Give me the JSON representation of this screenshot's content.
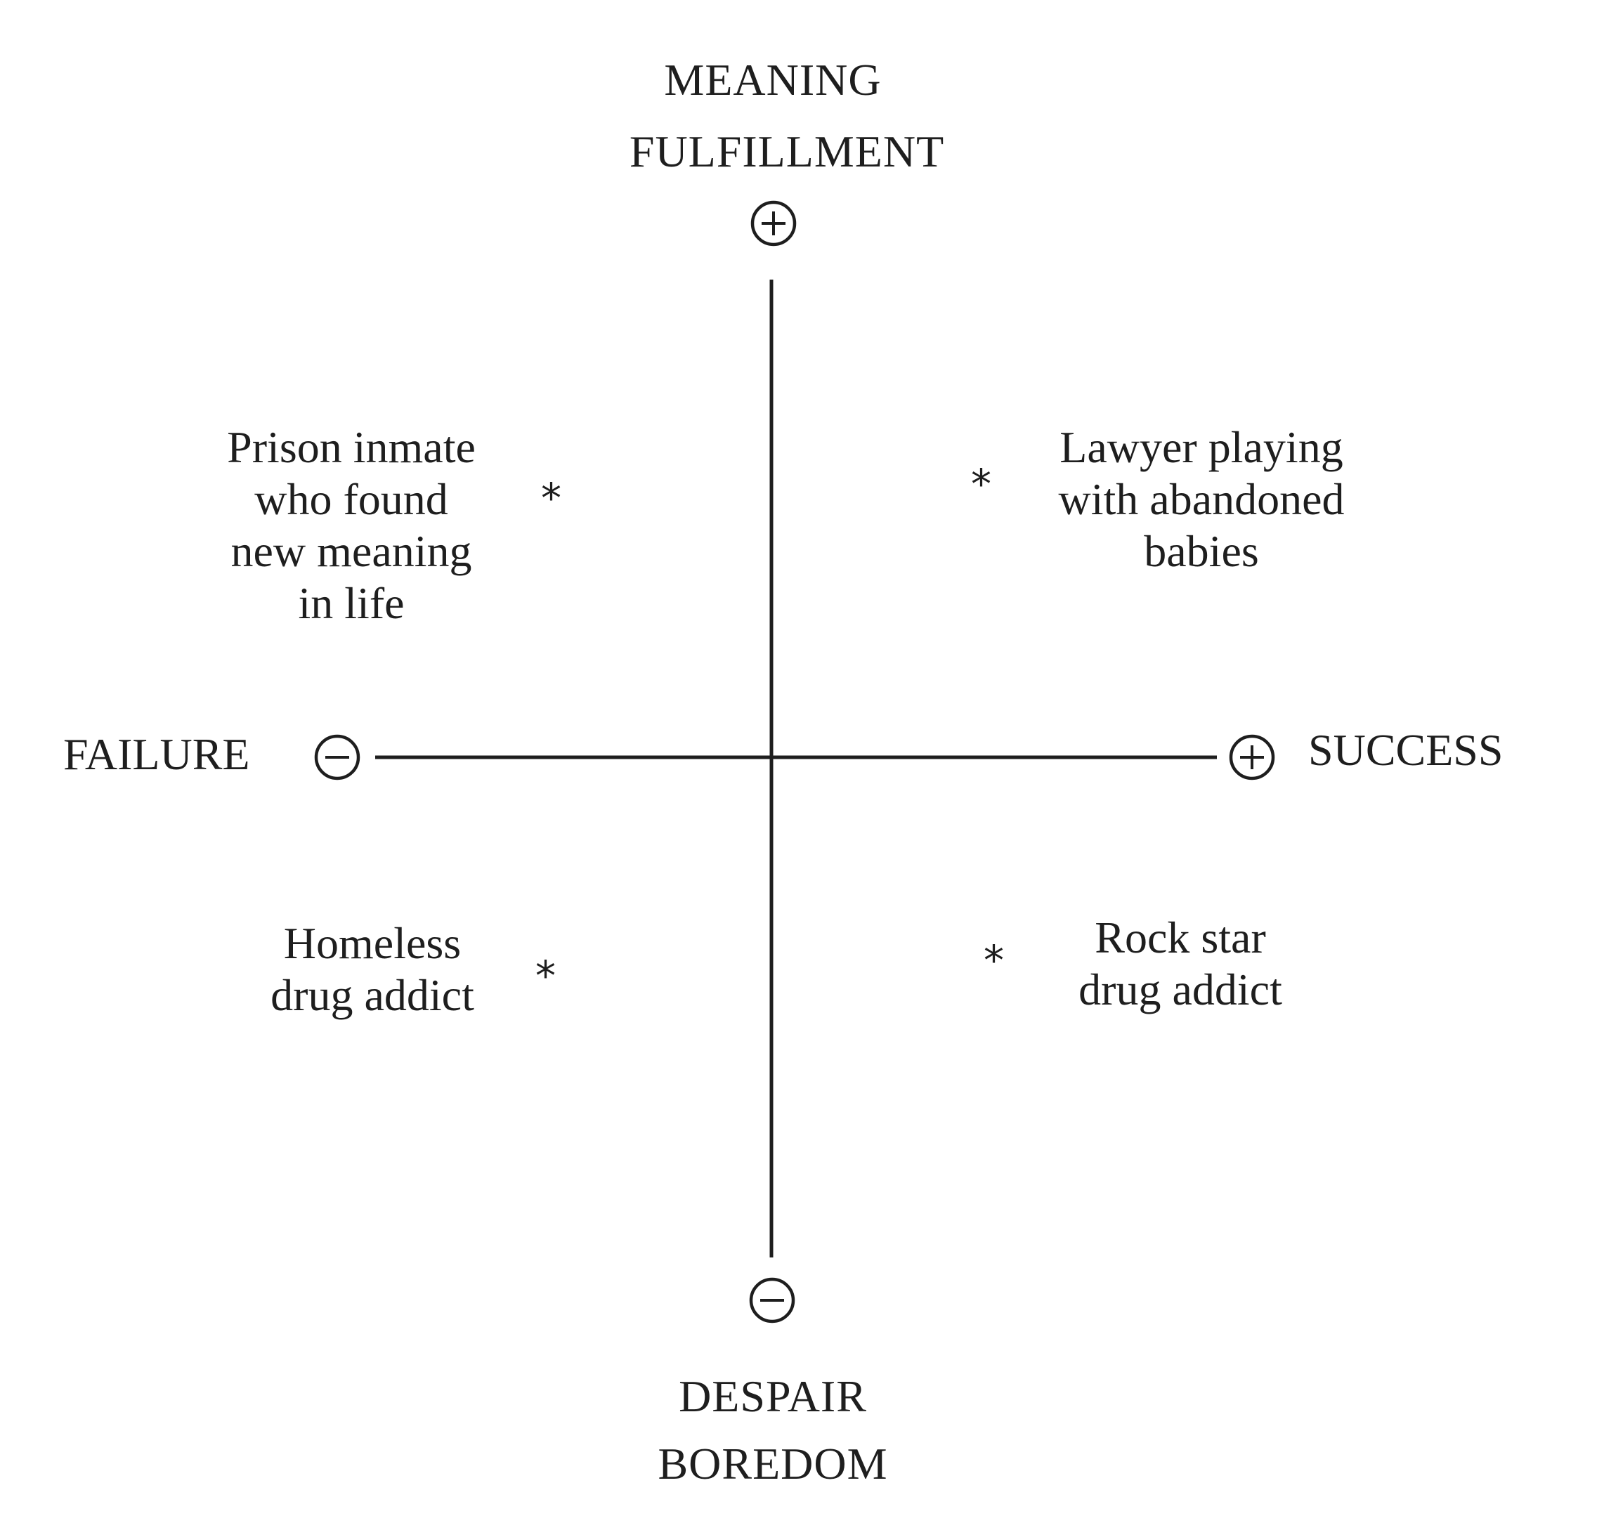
{
  "axes": {
    "top": {
      "line1": "MEANING",
      "line2": "FULFILLMENT",
      "sign": "+"
    },
    "bottom": {
      "line1": "DESPAIR",
      "line2": "BOREDOM",
      "sign": "−"
    },
    "left": {
      "label": "FAILURE",
      "sign": "−"
    },
    "right": {
      "label": "SUCCESS",
      "sign": "+"
    }
  },
  "quadrants": {
    "top_left": {
      "text": "Prison inmate\nwho found\nnew meaning\nin life",
      "marker": "*"
    },
    "top_right": {
      "text": "Lawyer playing\nwith abandoned\nbabies",
      "marker": "*"
    },
    "bottom_left": {
      "text": "Homeless\ndrug addict",
      "marker": "*"
    },
    "bottom_right": {
      "text": "Rock star\ndrug addict",
      "marker": "*"
    }
  },
  "colors": {
    "ink": "#1e1e1e",
    "background": "#ffffff"
  }
}
